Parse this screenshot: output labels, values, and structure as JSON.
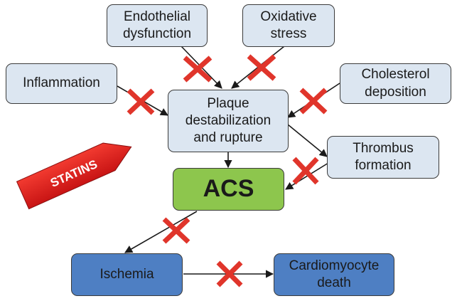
{
  "nodes": {
    "endothelial": "Endothelial\ndysfunction",
    "oxidative": "Oxidative\nstress",
    "inflammation": "Inflammation",
    "cholesterol": "Cholesterol\ndeposition",
    "plaque": "Plaque\ndestabilization\nand rupture",
    "thrombus": "Thrombus\nformation",
    "acs": "ACS",
    "ischemia": "Ischemia",
    "cardiomyocyte": "Cardiomyocyte\ndeath"
  },
  "statins_label": "STATINS",
  "colors": {
    "light_box": "#dce6f1",
    "acs_box": "#8dc64d",
    "outcome_box": "#4e7fc3",
    "block_mark": "#e0352b",
    "statins_arrow": "#e21b1b"
  }
}
